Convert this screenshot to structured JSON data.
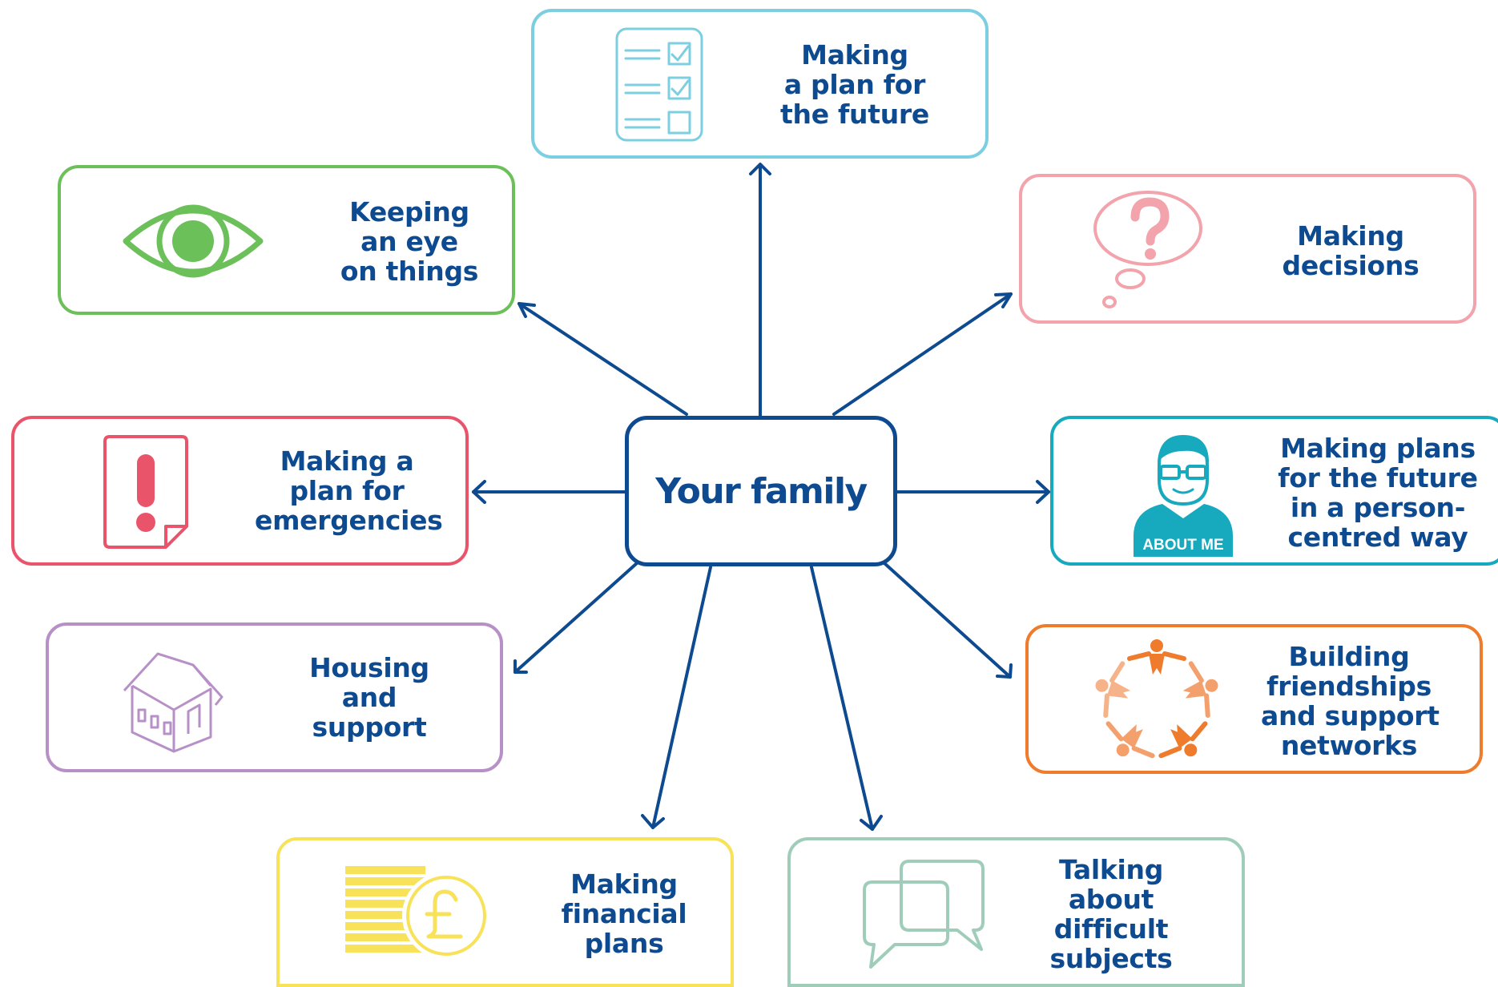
{
  "center": {
    "label": "Your family"
  },
  "nodes": {
    "future_plan": {
      "lines": [
        "Making",
        "a plan for",
        "the future"
      ],
      "color": "#7ccfe0",
      "icon": "checklist-icon"
    },
    "watch": {
      "lines": [
        "Keeping",
        "an eye",
        "on things"
      ],
      "color": "#6cc05a",
      "icon": "eye-icon"
    },
    "decisions": {
      "lines": [
        "Making",
        "decisions"
      ],
      "color": "#f2a3ab",
      "icon": "question-bubble-icon"
    },
    "emergencies": {
      "lines": [
        "Making a",
        "plan for",
        "emergencies"
      ],
      "color": "#e9546b",
      "icon": "warning-document-icon"
    },
    "person_centred": {
      "lines": [
        "Making plans",
        "for the future",
        "in a person-",
        "centred way"
      ],
      "color": "#17a9bd",
      "icon": "person-profile-icon",
      "badge": "ABOUT ME"
    },
    "housing": {
      "lines": [
        "Housing",
        "and",
        "support"
      ],
      "color": "#b890c8",
      "icon": "house-icon"
    },
    "friendships": {
      "lines": [
        "Building",
        "friendships",
        "and support",
        "networks"
      ],
      "color": "#ef7b2c",
      "icon": "people-circle-icon"
    },
    "financial": {
      "lines": [
        "Making",
        "financial",
        "plans"
      ],
      "color": "#f8e25a",
      "icon": "pound-coins-icon"
    },
    "difficult": {
      "lines": [
        "Talking",
        "about",
        "difficult",
        "subjects"
      ],
      "color": "#9fcdba",
      "icon": "speech-bubbles-icon"
    }
  },
  "colors": {
    "primary": "#0d4a8f"
  }
}
